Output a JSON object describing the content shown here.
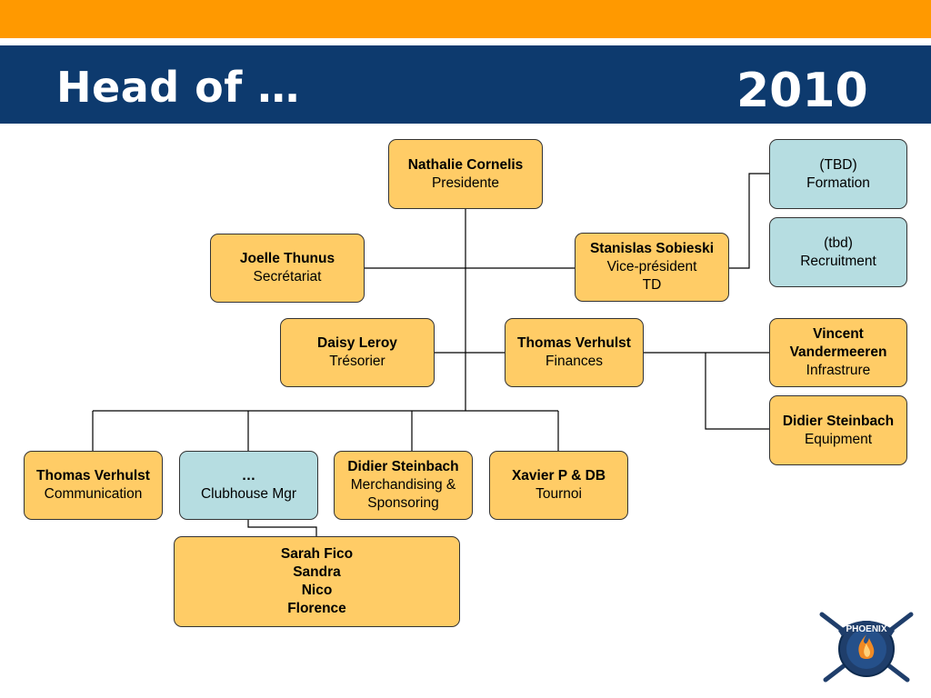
{
  "header": {
    "title": "Head of …",
    "year": "2010"
  },
  "nodes": {
    "president": {
      "name": "Nathalie Cornelis",
      "role": "Presidente"
    },
    "vicepres": {
      "name": "Stanislas Sobieski",
      "role": "Vice-président",
      "role2": "TD"
    },
    "secretariat": {
      "name": "Joelle Thunus",
      "role": "Secrétariat"
    },
    "formation": {
      "name": "(TBD)",
      "role": "Formation"
    },
    "recruitment": {
      "name": "(tbd)",
      "role": "Recruitment"
    },
    "tresorier": {
      "name": "Daisy Leroy",
      "role": "Trésorier"
    },
    "finances": {
      "name": "Thomas Verhulst",
      "role": "Finances"
    },
    "infra": {
      "name": "Vincent Vandermeeren",
      "role": "Infrastrure"
    },
    "equipment": {
      "name": "Didier Steinbach",
      "role": "Equipment"
    },
    "communication": {
      "name": "Thomas Verhulst",
      "role": "Communication"
    },
    "clubhouse": {
      "name": "…",
      "role": "Clubhouse Mgr"
    },
    "merch": {
      "name": "Didier Steinbach",
      "role": "Merchandising &",
      "role2": "Sponsoring"
    },
    "tournoi": {
      "name": "Xavier P & DB",
      "role": "Tournoi"
    },
    "clubhouse_team": {
      "members": [
        "Sarah Fico",
        "Sandra",
        "Nico",
        "Florence"
      ]
    }
  },
  "logo": {
    "icon": "phoenix-logo-icon",
    "text": "PHOENIX"
  },
  "colors": {
    "orange_bar": "#FF9900",
    "title_bar": "#0D3A6E",
    "box_orange": "#FFCC66",
    "box_blue": "#B6DDE1"
  }
}
